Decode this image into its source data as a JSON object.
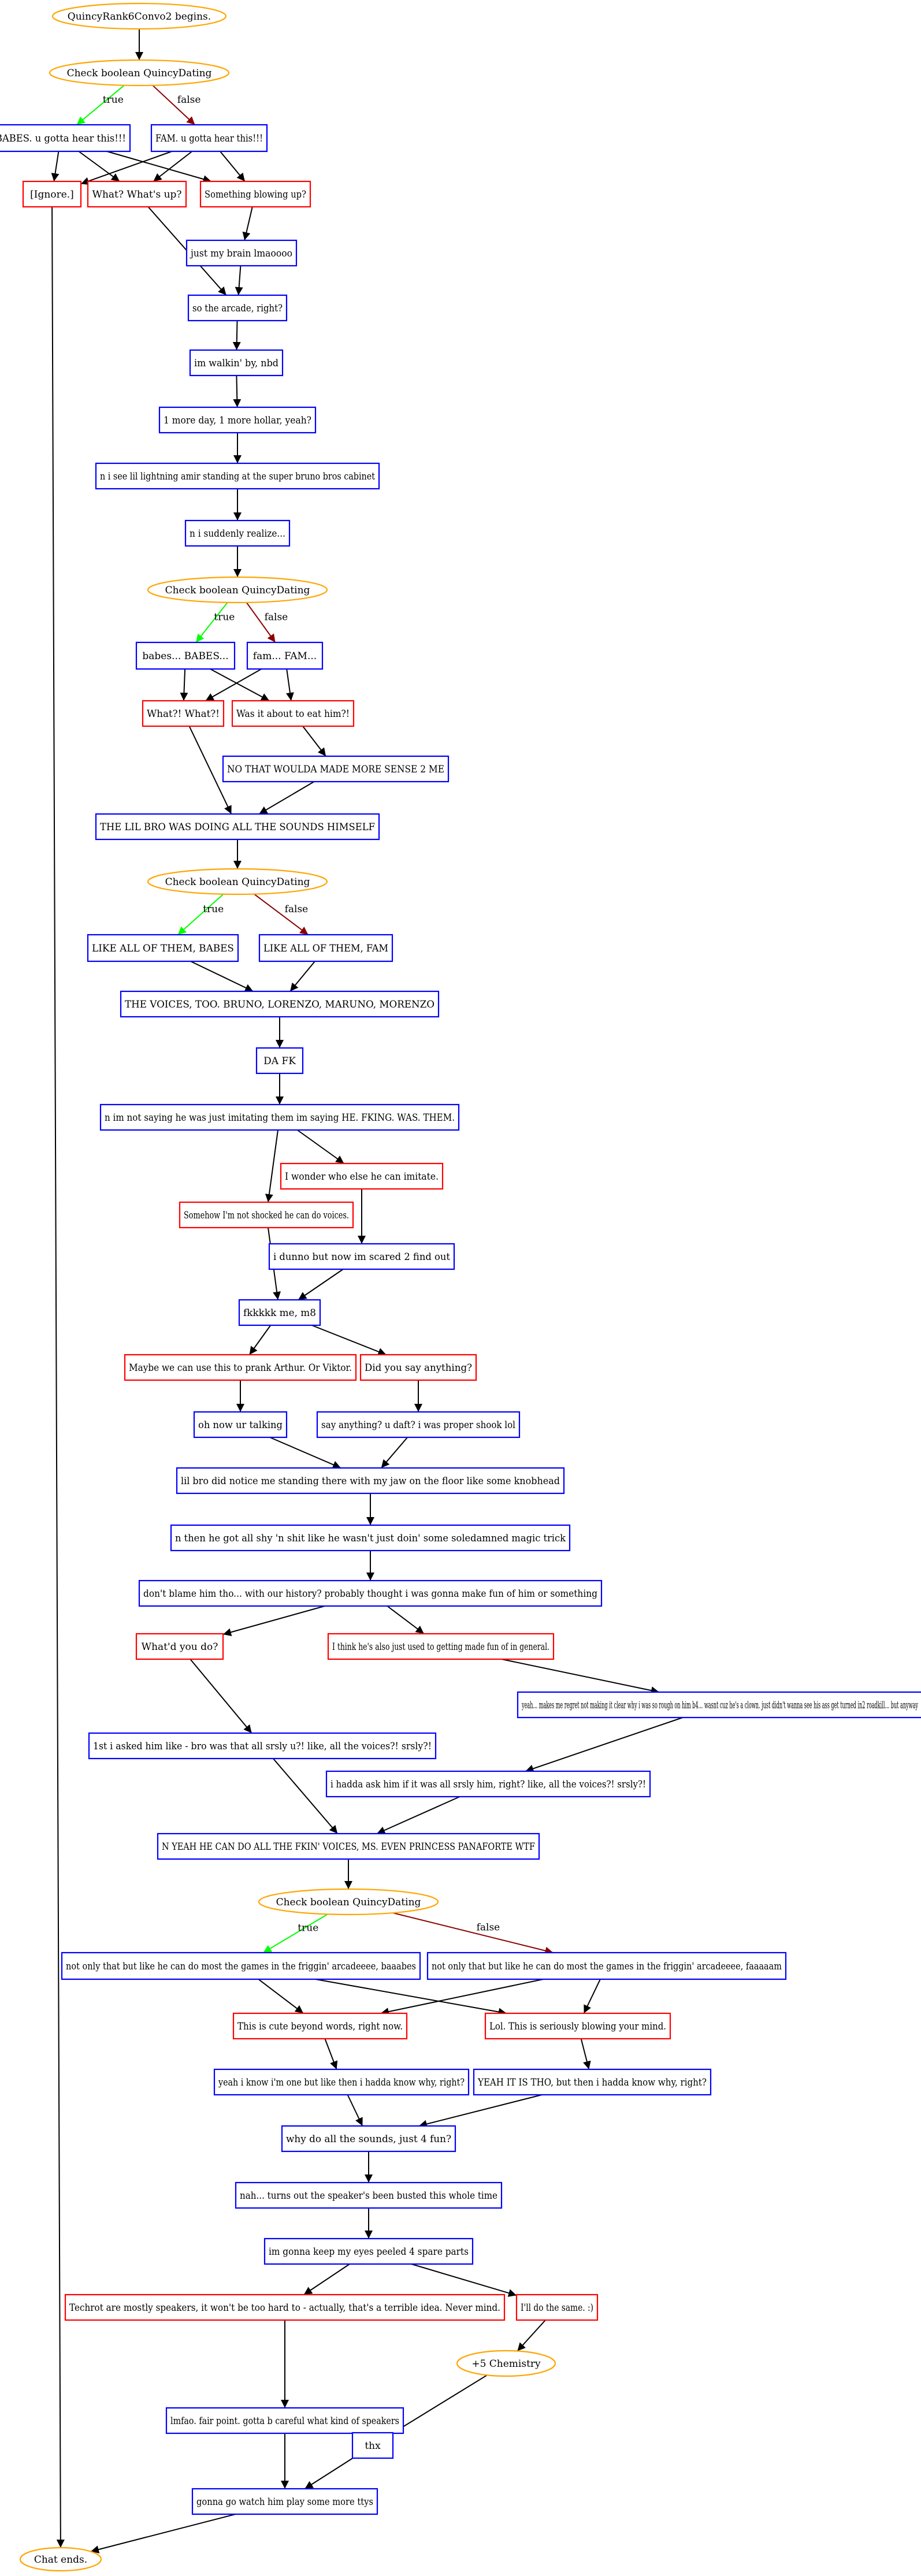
{
  "colors": {
    "player": "#0000ff",
    "npc": "#ff0000",
    "event": "#ffa500",
    "edge_default": "#000000",
    "edge_true": "#00ff00",
    "edge_false": "#8b0000"
  },
  "nodes": [
    {
      "id": "start",
      "text": "QuincyRank6Convo2 begins.",
      "shape": "ellipse",
      "kind": "event"
    },
    {
      "id": "check1",
      "text": "Check boolean QuincyDating",
      "shape": "ellipse",
      "kind": "event"
    },
    {
      "id": "babes1",
      "text": "BABES. u gotta hear this!!!",
      "shape": "box",
      "kind": "player"
    },
    {
      "id": "fam1",
      "text": "FAM. u gotta hear this!!!",
      "shape": "box",
      "kind": "player"
    },
    {
      "id": "ignore",
      "text": "[Ignore.]",
      "shape": "box",
      "kind": "npc"
    },
    {
      "id": "whatsup",
      "text": "What? What's up?",
      "shape": "box",
      "kind": "npc"
    },
    {
      "id": "blowing",
      "text": "Something blowing up?",
      "shape": "box",
      "kind": "npc"
    },
    {
      "id": "brain",
      "text": "just my brain lmaoooo",
      "shape": "box",
      "kind": "player"
    },
    {
      "id": "arcade",
      "text": "so the arcade, right?",
      "shape": "box",
      "kind": "player"
    },
    {
      "id": "walkin",
      "text": "im walkin' by, nbd",
      "shape": "box",
      "kind": "player"
    },
    {
      "id": "onemore",
      "text": "1 more day, 1 more hollar, yeah?",
      "shape": "box",
      "kind": "player"
    },
    {
      "id": "lilamir",
      "text": "n i see lil lightning amir standing at the super bruno bros cabinet",
      "shape": "box",
      "kind": "player"
    },
    {
      "id": "realize",
      "text": "n i suddenly realize...",
      "shape": "box",
      "kind": "player"
    },
    {
      "id": "check2",
      "text": "Check boolean QuincyDating",
      "shape": "ellipse",
      "kind": "event"
    },
    {
      "id": "babes2",
      "text": "babes... BABES...",
      "shape": "box",
      "kind": "player"
    },
    {
      "id": "fam2",
      "text": "fam... FAM...",
      "shape": "box",
      "kind": "player"
    },
    {
      "id": "whatwhat",
      "text": "What?! What?!",
      "shape": "box",
      "kind": "npc"
    },
    {
      "id": "eathim",
      "text": "Was it about to eat him?!",
      "shape": "box",
      "kind": "npc"
    },
    {
      "id": "nothat",
      "text": "NO THAT WOULDA MADE MORE SENSE 2 ME",
      "shape": "box",
      "kind": "player"
    },
    {
      "id": "lilbro",
      "text": "THE LIL BRO WAS DOING ALL THE SOUNDS HIMSELF",
      "shape": "box",
      "kind": "player"
    },
    {
      "id": "check3",
      "text": "Check boolean QuincyDating",
      "shape": "ellipse",
      "kind": "event"
    },
    {
      "id": "likeallbabes",
      "text": "LIKE ALL OF THEM, BABES",
      "shape": "box",
      "kind": "player"
    },
    {
      "id": "likeallfam",
      "text": "LIKE ALL OF THEM, FAM",
      "shape": "box",
      "kind": "player"
    },
    {
      "id": "voices",
      "text": "THE VOICES, TOO. BRUNO, LORENZO, MARUNO, MORENZO",
      "shape": "box",
      "kind": "player"
    },
    {
      "id": "dafk",
      "text": "DA FK",
      "shape": "box",
      "kind": "player"
    },
    {
      "id": "notsaying",
      "text": "n im not saying he was just imitating them im saying HE. FKING. WAS. THEM.",
      "shape": "box",
      "kind": "player"
    },
    {
      "id": "wonder",
      "text": "I wonder who else he can imitate.",
      "shape": "box",
      "kind": "npc"
    },
    {
      "id": "notshocked",
      "text": "Somehow I'm not shocked he can do voices.",
      "shape": "box",
      "kind": "npc"
    },
    {
      "id": "dunno",
      "text": "i dunno but now im scared 2 find out",
      "shape": "box",
      "kind": "player"
    },
    {
      "id": "fkkk",
      "text": "fkkkkk me, m8",
      "shape": "box",
      "kind": "player"
    },
    {
      "id": "prank",
      "text": "Maybe we can use this to prank Arthur. Or Viktor.",
      "shape": "box",
      "kind": "npc"
    },
    {
      "id": "didyousay",
      "text": "Did you say anything?",
      "shape": "box",
      "kind": "npc"
    },
    {
      "id": "ohnow",
      "text": "oh now ur talking",
      "shape": "box",
      "kind": "player"
    },
    {
      "id": "sayanything",
      "text": "say anything? u daft? i was proper shook lol",
      "shape": "box",
      "kind": "player"
    },
    {
      "id": "jaw",
      "text": "lil bro did notice me standing there with my jaw on the floor like some knobhead",
      "shape": "box",
      "kind": "player"
    },
    {
      "id": "magic",
      "text": "n then he got all shy 'n shit like he wasn't just doin' some soledamned magic trick",
      "shape": "box",
      "kind": "player"
    },
    {
      "id": "history",
      "text": "don't blame him tho... with our history? probably thought i was gonna make fun of him or something",
      "shape": "box",
      "kind": "player"
    },
    {
      "id": "whatdyoudo",
      "text": "What'd you do?",
      "shape": "box",
      "kind": "npc"
    },
    {
      "id": "usedto",
      "text": "I think he's also just used to getting made fun of in general.",
      "shape": "box",
      "kind": "npc"
    },
    {
      "id": "regret",
      "text": "yeah... makes me regret not making it clear why i was so rough on him b4... wasnt cuz he's a clown. just didn't wanna see his ass get turned in2 roadkill... but anyway",
      "shape": "box",
      "kind": "player"
    },
    {
      "id": "askedhim",
      "text": "1st i asked him like - bro was that all srsly u?! like, all the voices?! srsly?!",
      "shape": "box",
      "kind": "player"
    },
    {
      "id": "hadda",
      "text": "i hadda ask him if it was all srsly him, right? like, all the voices?! srsly?!",
      "shape": "box",
      "kind": "player"
    },
    {
      "id": "princess",
      "text": "N YEAH HE CAN DO ALL THE FKIN' VOICES, MS. EVEN PRINCESS PANAFORTE WTF",
      "shape": "box",
      "kind": "player"
    },
    {
      "id": "check4",
      "text": "Check boolean QuincyDating",
      "shape": "ellipse",
      "kind": "event"
    },
    {
      "id": "gamesbabes",
      "text": "not only that but like he can do most the games in the friggin' arcadeeee, baaabes",
      "shape": "box",
      "kind": "player"
    },
    {
      "id": "gamesfam",
      "text": "not only that but like he can do most the games in the friggin' arcadeeee, faaaaam",
      "shape": "box",
      "kind": "player"
    },
    {
      "id": "cute",
      "text": "This is cute beyond words, right now.",
      "shape": "box",
      "kind": "npc"
    },
    {
      "id": "lolmind",
      "text": "Lol. This is seriously blowing your mind.",
      "shape": "box",
      "kind": "npc"
    },
    {
      "id": "yeahiknow",
      "text": "yeah i know i'm one but like then i hadda know why, right?",
      "shape": "box",
      "kind": "player"
    },
    {
      "id": "yeahitis",
      "text": "YEAH IT IS THO, but then i hadda know why, right?",
      "shape": "box",
      "kind": "player"
    },
    {
      "id": "whysounds",
      "text": "why do all the sounds, just 4 fun?",
      "shape": "box",
      "kind": "player"
    },
    {
      "id": "nah",
      "text": "nah... turns out the speaker's been busted this whole time",
      "shape": "box",
      "kind": "player"
    },
    {
      "id": "keepeyes",
      "text": "im gonna keep my eyes peeled 4 spare parts",
      "shape": "box",
      "kind": "player"
    },
    {
      "id": "techrot",
      "text": "Techrot are mostly speakers, it won't be too hard to - actually, that's a terrible idea. Never mind.",
      "shape": "box",
      "kind": "npc"
    },
    {
      "id": "illdo",
      "text": "I'll do the same. :)",
      "shape": "box",
      "kind": "npc"
    },
    {
      "id": "chem",
      "text": "+5 Chemistry",
      "shape": "ellipse",
      "kind": "event"
    },
    {
      "id": "lmfao",
      "text": "lmfao. fair point. gotta b careful what kind of speakers",
      "shape": "box",
      "kind": "player"
    },
    {
      "id": "thx",
      "text": "thx",
      "shape": "box",
      "kind": "player"
    },
    {
      "id": "watch",
      "text": "gonna go watch him play some more ttys",
      "shape": "box",
      "kind": "player"
    },
    {
      "id": "end",
      "text": "Chat ends.",
      "shape": "ellipse",
      "kind": "event"
    }
  ],
  "edges": [
    {
      "from": "start",
      "to": "check1"
    },
    {
      "from": "check1",
      "to": "babes1",
      "label": "true",
      "kind": "true"
    },
    {
      "from": "check1",
      "to": "fam1",
      "label": "false",
      "kind": "false"
    },
    {
      "from": "babes1",
      "to": "ignore"
    },
    {
      "from": "babes1",
      "to": "whatsup"
    },
    {
      "from": "babes1",
      "to": "blowing"
    },
    {
      "from": "fam1",
      "to": "ignore"
    },
    {
      "from": "fam1",
      "to": "whatsup"
    },
    {
      "from": "fam1",
      "to": "blowing"
    },
    {
      "from": "ignore",
      "to": "end"
    },
    {
      "from": "whatsup",
      "to": "arcade"
    },
    {
      "from": "blowing",
      "to": "brain"
    },
    {
      "from": "brain",
      "to": "arcade"
    },
    {
      "from": "arcade",
      "to": "walkin"
    },
    {
      "from": "walkin",
      "to": "onemore"
    },
    {
      "from": "onemore",
      "to": "lilamir"
    },
    {
      "from": "lilamir",
      "to": "realize"
    },
    {
      "from": "realize",
      "to": "check2"
    },
    {
      "from": "check2",
      "to": "babes2",
      "label": "true",
      "kind": "true"
    },
    {
      "from": "check2",
      "to": "fam2",
      "label": "false",
      "kind": "false"
    },
    {
      "from": "babes2",
      "to": "whatwhat"
    },
    {
      "from": "babes2",
      "to": "eathim"
    },
    {
      "from": "fam2",
      "to": "whatwhat"
    },
    {
      "from": "fam2",
      "to": "eathim"
    },
    {
      "from": "whatwhat",
      "to": "lilbro"
    },
    {
      "from": "eathim",
      "to": "nothat"
    },
    {
      "from": "nothat",
      "to": "lilbro"
    },
    {
      "from": "lilbro",
      "to": "check3"
    },
    {
      "from": "check3",
      "to": "likeallbabes",
      "label": "true",
      "kind": "true"
    },
    {
      "from": "check3",
      "to": "likeallfam",
      "label": "false",
      "kind": "false"
    },
    {
      "from": "likeallbabes",
      "to": "voices"
    },
    {
      "from": "likeallfam",
      "to": "voices"
    },
    {
      "from": "voices",
      "to": "dafk"
    },
    {
      "from": "dafk",
      "to": "notsaying"
    },
    {
      "from": "notsaying",
      "to": "wonder"
    },
    {
      "from": "notsaying",
      "to": "notshocked"
    },
    {
      "from": "wonder",
      "to": "dunno"
    },
    {
      "from": "notshocked",
      "to": "fkkk"
    },
    {
      "from": "dunno",
      "to": "fkkk"
    },
    {
      "from": "fkkk",
      "to": "prank"
    },
    {
      "from": "fkkk",
      "to": "didyousay"
    },
    {
      "from": "prank",
      "to": "ohnow"
    },
    {
      "from": "didyousay",
      "to": "sayanything"
    },
    {
      "from": "ohnow",
      "to": "jaw"
    },
    {
      "from": "sayanything",
      "to": "jaw"
    },
    {
      "from": "jaw",
      "to": "magic"
    },
    {
      "from": "magic",
      "to": "history"
    },
    {
      "from": "history",
      "to": "whatdyoudo"
    },
    {
      "from": "history",
      "to": "usedto"
    },
    {
      "from": "whatdyoudo",
      "to": "askedhim"
    },
    {
      "from": "usedto",
      "to": "regret"
    },
    {
      "from": "regret",
      "to": "hadda"
    },
    {
      "from": "askedhim",
      "to": "princess"
    },
    {
      "from": "hadda",
      "to": "princess"
    },
    {
      "from": "princess",
      "to": "check4"
    },
    {
      "from": "check4",
      "to": "gamesbabes",
      "label": "true",
      "kind": "true"
    },
    {
      "from": "check4",
      "to": "gamesfam",
      "label": "false",
      "kind": "false"
    },
    {
      "from": "gamesbabes",
      "to": "cute"
    },
    {
      "from": "gamesbabes",
      "to": "lolmind"
    },
    {
      "from": "gamesfam",
      "to": "cute"
    },
    {
      "from": "gamesfam",
      "to": "lolmind"
    },
    {
      "from": "cute",
      "to": "yeahiknow"
    },
    {
      "from": "lolmind",
      "to": "yeahitis"
    },
    {
      "from": "yeahiknow",
      "to": "whysounds"
    },
    {
      "from": "yeahitis",
      "to": "whysounds"
    },
    {
      "from": "whysounds",
      "to": "nah"
    },
    {
      "from": "nah",
      "to": "keepeyes"
    },
    {
      "from": "keepeyes",
      "to": "techrot"
    },
    {
      "from": "keepeyes",
      "to": "illdo"
    },
    {
      "from": "techrot",
      "to": "lmfao"
    },
    {
      "from": "illdo",
      "to": "chem"
    },
    {
      "from": "chem",
      "to": "thx"
    },
    {
      "from": "lmfao",
      "to": "watch"
    },
    {
      "from": "thx",
      "to": "watch"
    },
    {
      "from": "watch",
      "to": "end"
    }
  ]
}
